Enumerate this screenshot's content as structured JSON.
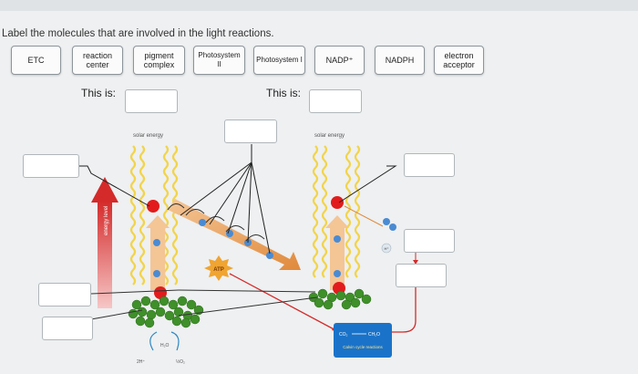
{
  "question": "Label the molecules that are involved in the light reactions.",
  "chips": [
    {
      "id": "etc",
      "label": "ETC"
    },
    {
      "id": "reaction_center",
      "label": "reaction center"
    },
    {
      "id": "pigment_complex",
      "label": "pigment complex"
    },
    {
      "id": "photosystem_ii",
      "label": "Photosystem II"
    },
    {
      "id": "photosystem_i",
      "label": "Photosystem I"
    },
    {
      "id": "nadp_plus",
      "label": "NADP⁺"
    },
    {
      "id": "nadph",
      "label": "NADPH"
    },
    {
      "id": "electron_acceptor",
      "label": "electron acceptor"
    }
  ],
  "this_is_label": "This is:",
  "diagram": {
    "solar_energy": "solar energy",
    "energy_level": "energy level",
    "atp": "ATP",
    "h2o": "H₂O",
    "two_h_plus": "2H⁺",
    "half_o2": "½O₂",
    "co2": "CO₂",
    "ch2o": "CH₂O",
    "calvin": "Calvin cycle reactions",
    "h_plus": "H⁺"
  },
  "colors": {
    "arrow_red": "#d42a2a",
    "pigment_green": "#3f8f2a",
    "chain_orange": "#e8a562",
    "reaction_red": "#e21c1c",
    "electron_blue": "#4a8bd3",
    "wave_yellow": "#f2d44a"
  }
}
